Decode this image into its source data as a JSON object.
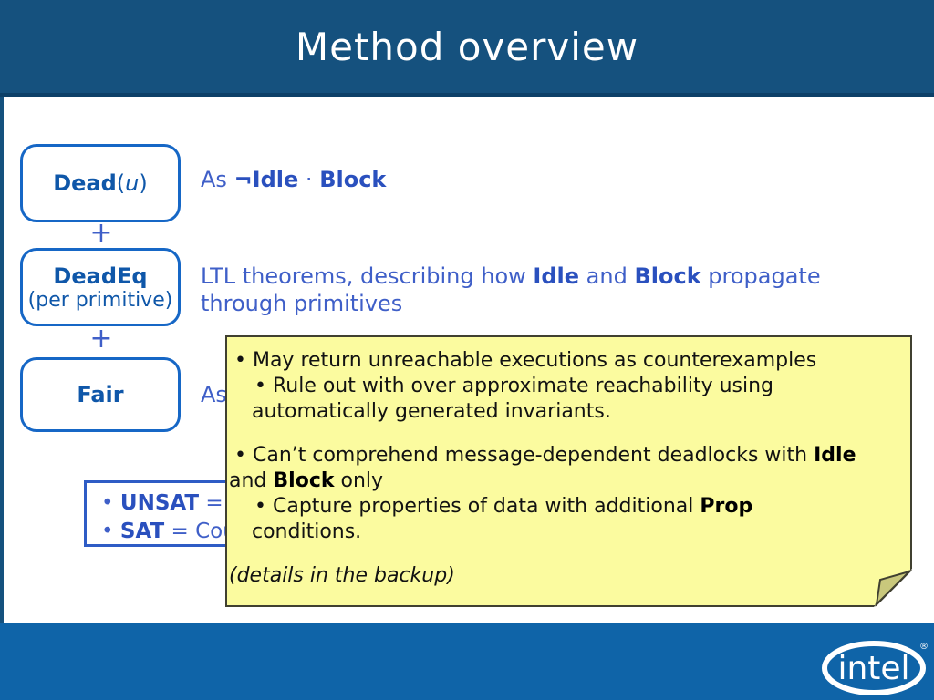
{
  "header": {
    "title": "Method overview"
  },
  "diagram": {
    "box_dead": {
      "name_bold": "Dead",
      "paren_open": "(",
      "var": "u",
      "paren_close": ")"
    },
    "plus1": "+",
    "box_deadeq": {
      "line1": "DeadEq",
      "line2": "(per primitive)"
    },
    "plus2": "+",
    "box_fair": {
      "label": "Fair"
    },
    "desc_dead": {
      "s0": "As ",
      "s1": "¬Idle",
      "s2": " · ",
      "s3": "Block"
    },
    "desc_deadeq": {
      "s0": "LTL theorems, describing how ",
      "s1": "Idle",
      "s2": " and ",
      "s3": "Block",
      "s4": " propagate",
      "line2": "through primitives"
    },
    "desc_fair": "As"
  },
  "result_box": {
    "l1_bullet": "• ",
    "l1_term": "UNSAT",
    "l1_rest": " = N",
    "l2_bullet": "• ",
    "l2_term": "SAT",
    "l2_rest": " = Cou"
  },
  "note": {
    "l1": "• May return unreachable executions as counterexamples",
    "l2": "• Rule out with over approximate reachability using",
    "l3": "automatically generated invariants.",
    "l4a": "• Can’t comprehend message-dependent deadlocks with ",
    "l4b": "Idle",
    "l5a": "and ",
    "l5b": "Block",
    "l5c": " only",
    "l6a": "• Capture properties of data with additional ",
    "l6b": "Prop",
    "l7": "conditions.",
    "l8": "(details in the backup)"
  },
  "footer": {
    "logo_text": "intel",
    "registered_mark": "®"
  },
  "colors": {
    "header_blue": "#15517E",
    "footer_blue": "#0F64A8",
    "box_border_blue": "#1667C6",
    "box_label_blue": "#0F57A9",
    "text_blue": "#3F5FC8",
    "text_blue_bold": "#2A50BE",
    "note_yellow": "#FBFB9F",
    "note_border": "#404030",
    "fold_olive": "#C9C87C"
  }
}
